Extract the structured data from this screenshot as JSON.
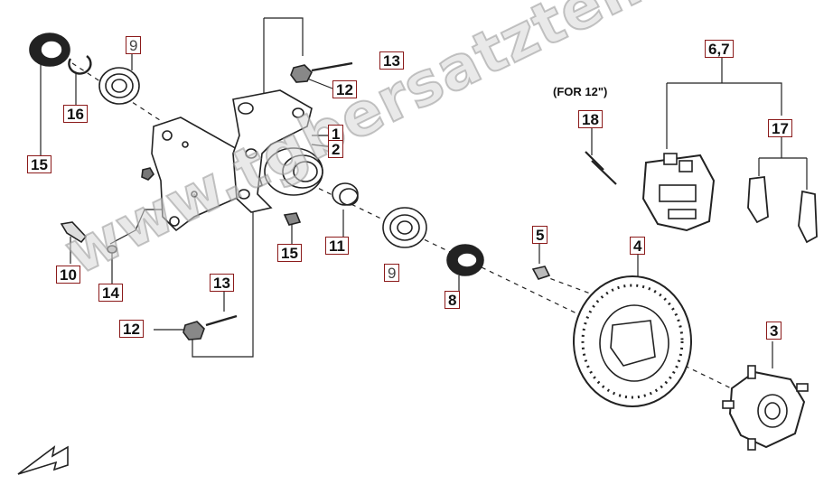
{
  "note": "(FOR 12\")",
  "watermark": "www.tgbersatzteile.de",
  "callouts": {
    "c15": "15",
    "c16": "16",
    "c9a": "9",
    "c9b": "9",
    "c13a": "13",
    "c12a": "12",
    "c1": "1",
    "c2": "2",
    "c10": "10",
    "c14": "14",
    "c15b": "15",
    "c11": "11",
    "c13b": "13",
    "c12b": "12",
    "c8": "8",
    "c5": "5",
    "c4": "4",
    "c3": "3",
    "c67": "6,7",
    "c18": "18",
    "c17": "17"
  }
}
